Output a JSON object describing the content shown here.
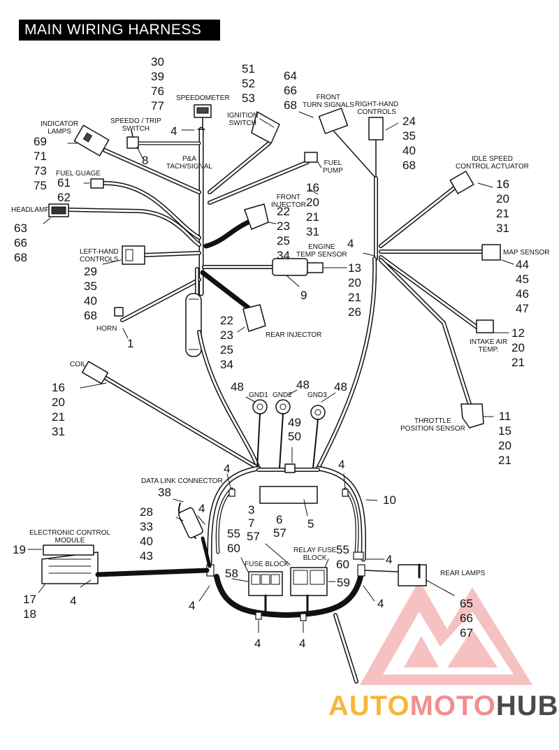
{
  "title": "MAIN WIRING HARNESS",
  "components": {
    "speedometer": "SPEEDOMETER",
    "speedo_trip_switch": [
      "SPEEDO / TRIP",
      "SWITCH"
    ],
    "indicator_lamps": [
      "INDICATOR",
      "LAMPS"
    ],
    "ignition_switch": [
      "IGNITION",
      "SWITCH"
    ],
    "front_turn_signals": [
      "FRONT",
      "TURN SIGNALS"
    ],
    "right_hand_controls": [
      "RIGHT-HAND",
      "CONTROLS"
    ],
    "fuel_gauge": "FUEL GUAGE",
    "pa_tach_signal": [
      "P&A",
      "TACH/SIGNAL"
    ],
    "fuel_pump": [
      "FUEL",
      "PUMP"
    ],
    "idle_speed_control": [
      "IDLE SPEED",
      "CONTROL ACTUATOR"
    ],
    "headlamp": "HEADLAMP",
    "front_injector": [
      "FRONT",
      "INJECTOR"
    ],
    "left_hand_controls": [
      "LEFT-HAND",
      "CONTROLS"
    ],
    "engine_temp_sensor": [
      "ENGINE",
      "TEMP SENSOR"
    ],
    "map_sensor": "MAP SENSOR",
    "horn": "HORN",
    "rear_injector": "REAR INJECTOR",
    "intake_air_temp": [
      "INTAKE AIR",
      "TEMP."
    ],
    "coil": "COIL",
    "gnd1": "GND1",
    "gnd2": "GND2",
    "gnd3": "GND3",
    "throttle_position_sensor": [
      "THROTTLE",
      "POSITION SENSOR"
    ],
    "data_link_connector": "DATA LINK CONNECTOR",
    "electronic_control_module": [
      "ELECTRONIC CONTROL",
      "MODULE"
    ],
    "relay_fuse_block": [
      "RELAY FUSE",
      "BLOCK"
    ],
    "fuse_block": "FUSE BLOCK",
    "rear_lamps": "REAR LAMPS"
  },
  "callouts": {
    "speedometer": [
      "30",
      "39",
      "76",
      "77"
    ],
    "ignition": [
      "51",
      "52",
      "53"
    ],
    "front_turn": [
      "64",
      "66",
      "68"
    ],
    "right_hand": [
      "24",
      "35",
      "40",
      "68"
    ],
    "indicator": [
      "69",
      "71",
      "73",
      "75"
    ],
    "speedo_4": "4",
    "speedo_trip": "8",
    "fuel_gauge": [
      "61",
      "62"
    ],
    "fuel_pump": [
      "16",
      "20",
      "21",
      "31"
    ],
    "idle_speed": [
      "16",
      "20",
      "21",
      "31"
    ],
    "front_injector": [
      "22",
      "23",
      "25",
      "34"
    ],
    "headlamp": [
      "63",
      "66",
      "68"
    ],
    "left_hand": [
      "29",
      "35",
      "40",
      "68"
    ],
    "junction_4": "4",
    "engine_temp": [
      "13",
      "20",
      "21",
      "26"
    ],
    "temp_9": "9",
    "map_sensor": [
      "44",
      "45",
      "46",
      "47"
    ],
    "horn": "1",
    "rear_injector": [
      "22",
      "23",
      "25",
      "34"
    ],
    "intake_air": [
      "12",
      "20",
      "21"
    ],
    "coil": [
      "16",
      "20",
      "21",
      "31"
    ],
    "gnd1": "48",
    "gnd2": "48",
    "gnd3": "48",
    "mid_49": "49",
    "mid_50": "50",
    "throttle": [
      "11",
      "15",
      "20",
      "21"
    ],
    "loop_left_4": "4",
    "loop_right_4": "4",
    "datalink": "38",
    "datalink_side_4": "4",
    "center_3": "3",
    "center_7": "7",
    "center_6": "6",
    "center_57": "57",
    "center_5": "5",
    "datalink_group": [
      "28",
      "33",
      "40",
      "43"
    ],
    "loop_10": "10",
    "ecm_19": "19",
    "fuse_left": [
      "55",
      "60"
    ],
    "relay_57": "57",
    "fuse_right": [
      "55",
      "60"
    ],
    "right_4": "4",
    "ecm_bottom": [
      "17",
      "18"
    ],
    "ecm_4": "4",
    "fuse_58": "58",
    "relay_59": "59",
    "low_left_4": "4",
    "low_right_4": "4",
    "bottom_4a": "4",
    "bottom_4b": "4",
    "rear_lamps": [
      "65",
      "66",
      "67"
    ]
  },
  "watermark": {
    "part1": "AUTO",
    "part2": "MOTO",
    "part3": "HUB"
  },
  "colors": {
    "ink": "#111111",
    "watermark_red": "#e9413f",
    "watermark_yellow": "#f6b73c",
    "watermark_gray": "#4a4a4a"
  }
}
